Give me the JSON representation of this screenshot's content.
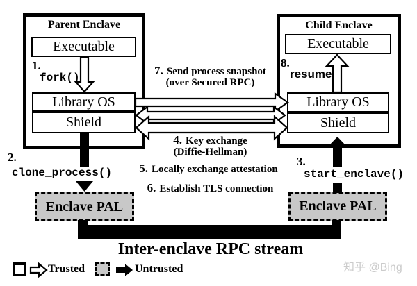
{
  "parent_enclave": {
    "title": "Parent Enclave",
    "executable": "Executable",
    "library_os": "Library OS",
    "shield": "Shield",
    "pal": "Enclave PAL"
  },
  "child_enclave": {
    "title": "Child Enclave",
    "executable": "Executable",
    "library_os": "Library OS",
    "shield": "Shield",
    "pal": "Enclave PAL"
  },
  "steps": {
    "s1": {
      "num": "1.",
      "code": "fork()"
    },
    "s2": {
      "num": "2.",
      "code": "clone_process()"
    },
    "s3": {
      "num": "3.",
      "code": "start_enclave()"
    },
    "s4": {
      "num": "4.",
      "line1": "Key exchange",
      "line2": "(Diffie-Hellman)"
    },
    "s5": {
      "num": "5.",
      "text": "Locally exchange attestation"
    },
    "s6": {
      "num": "6.",
      "text": "Establish TLS connection"
    },
    "s7": {
      "num": "7.",
      "line1": "Send process snapshot",
      "line2": "(over Secured RPC)"
    },
    "s8": {
      "num": "8.",
      "code": "resume"
    }
  },
  "rpc_stream_label": "Inter-enclave RPC stream",
  "legend": {
    "trusted": "Trusted",
    "untrusted": "Untrusted"
  },
  "watermark": "知乎 @Bing",
  "colors": {
    "line": "#000000",
    "untrusted_fill": "#c8c8c8",
    "trusted_fill": "#ffffff",
    "watermark": "#cbcbcb"
  }
}
